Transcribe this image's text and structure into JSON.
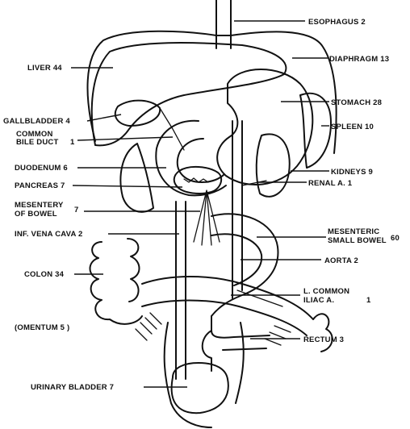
{
  "labels": {
    "esophagus": "ESOPHAGUS 2",
    "liver": "LIVER 44",
    "diaphragm": "DIAPHRAGM 13",
    "stomach": "STOMACH 28",
    "gallbladder": "GALLBLADDER 4",
    "spleen": "SPLEEN 10",
    "common_bile_duct_l1": "COMMON",
    "common_bile_duct_l2": "BILE DUCT",
    "common_bile_duct_n": "1",
    "duodenum": "DUODENUM 6",
    "kidneys": "KIDNEYS 9",
    "pancreas": "PANCREAS 7",
    "renal_a": "RENAL A. 1",
    "mesentery_l1": "MESENTERY",
    "mesentery_l2": "OF BOWEL",
    "mesentery_n": "7",
    "inf_vena_cava": "INF. VENA CAVA 2",
    "mesenteric_l1": "MESENTERIC",
    "mesenteric_l2": "SMALL BOWEL",
    "mesenteric_n": "60",
    "colon": "COLON 34",
    "aorta": "AORTA 2",
    "l_common_l1": "L. COMMON",
    "l_common_l2": "ILIAC A.",
    "l_common_n": "1",
    "omentum": "(OMENTUM 5 )",
    "rectum": "RECTUM 3",
    "urinary_bladder": "URINARY BLADDER 7"
  }
}
